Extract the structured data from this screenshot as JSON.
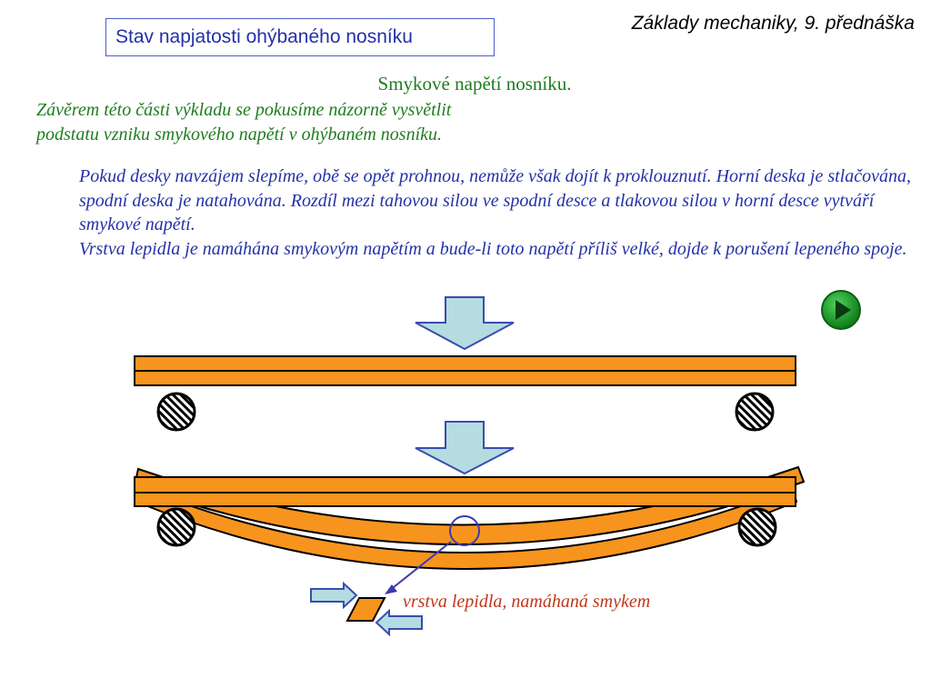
{
  "slide": {
    "title": "Stav napjatosti ohýbaného nosníku",
    "header": "Základy mechaniky, 9. přednáška",
    "subtitle": "Smykové napětí nosníku.",
    "intro_line1": "Závěrem této části výkladu se pokusíme názorně vysvětlit",
    "intro_line2": "podstatu vzniku smykového napětí v ohýbaném nosníku.",
    "body_para1": "Pokud desky navzájem slepíme, obě se opět prohnou, nemůže však dojít k proklouznutí. Horní deska je stlačována, spodní deska je natahována. Rozdíl mezi tahovou silou ve spodní desce a tlakovou silou v horní desce vytváří smykové napětí.",
    "body_para2": "Vrstva lepidla je namáhána smykovým napětím a bude-li toto napětí příliš velké, dojde k porušení lepeného spoje.",
    "caption": "vrstva lepidla, namáhaná smykem"
  },
  "controls": {
    "play_icon": "play-icon"
  },
  "colors": {
    "beam_fill": "#f7941d",
    "arrow_fill": "#b5dce0",
    "arrow_stroke": "#3a4cb0",
    "support_stroke": "#000000",
    "play_green": "#1a9a28",
    "title_blue": "#2431a8",
    "subtitle_green": "#1e7d1e",
    "caption_red": "#c0361a"
  }
}
